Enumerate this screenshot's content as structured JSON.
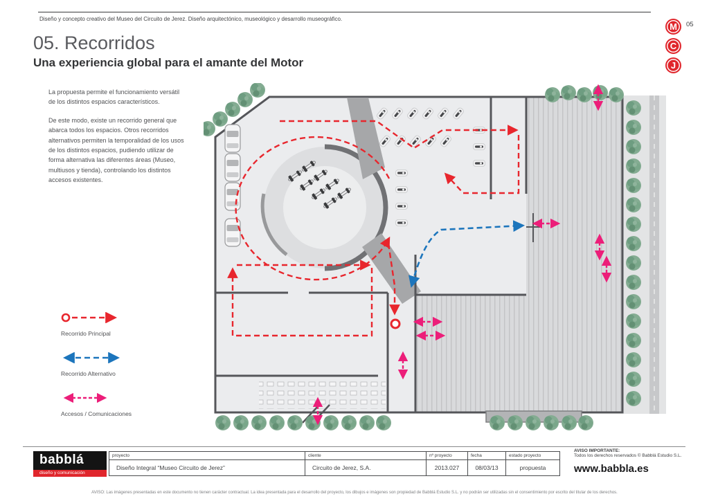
{
  "page": {
    "header_note": "Diseño y concepto creativo del Museo del Circuito de Jerez. Diseño arquitectónico, museológico y desarrollo museográfico.",
    "page_number": "05",
    "title": "05. Recorridos",
    "subtitle": "Una experiencia global para el amante del Motor"
  },
  "brand": {
    "letters": [
      "M",
      "C",
      "J"
    ],
    "accent_color": "#e0262c"
  },
  "intro": {
    "paragraph_1": "La propuesta permite el funcionamiento versátil de los distintos espacios característicos.",
    "paragraph_2": "De este modo, existe un recorrido general que abarca todos los espacios. Otros recorridos alternativos permiten la temporalidad de los usos de los distintos espacios, pudiendo utilizar de forma alternativa las diferentes áreas (Museo, multiusos y tienda), controlando los distintos accesos existentes."
  },
  "legend": {
    "items": [
      {
        "id": "recorrido-principal",
        "label": "Recorrido Principal",
        "color": "#e8262d"
      },
      {
        "id": "recorrido-alternativo",
        "label": "Recorrido Alternativo",
        "color": "#1c75bc"
      },
      {
        "id": "accesos-comunicaciones",
        "label": "Accesos / Comunicaciones",
        "color": "#ec1e79"
      }
    ]
  },
  "footer": {
    "logo_name": "babblá",
    "logo_tagline": "diseño y comunicación",
    "table": {
      "headers": [
        "proyecto",
        "cliente",
        "nº proyecto",
        "fecha",
        "estado proyecto"
      ],
      "row": [
        "Diseño Integral “Museo Circuito de Jerez”",
        "Circuito de Jerez, S.A.",
        "2013.027",
        "08/03/13",
        "propuesta"
      ]
    },
    "notice_title": "AVISO IMPORTANTE:",
    "notice_line": "Todos los derechos reservados © Babblá Estudio S.L.",
    "website": "www.babbla.es",
    "disclaimer": "AVISO: Las imágenes presentadas en este documento no tienen carácter contractual. La idea presentada para el desarrollo del proyecto, los dibujos e imágenes son propiedad de Babblá Estudio S.L. y no podrán ser utilizadas sin el consentimiento por escrito del titular de los derechos."
  }
}
